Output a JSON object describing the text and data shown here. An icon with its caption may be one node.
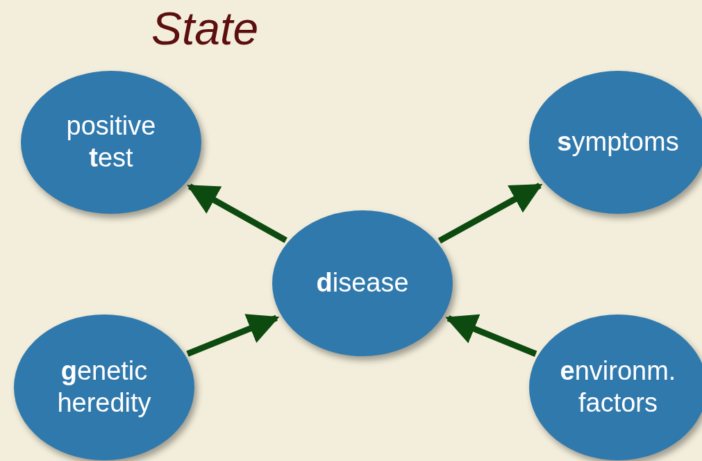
{
  "diagram": {
    "title": "State",
    "nodes": [
      {
        "text": [
          "positive **t**est"
        ]
      },
      {
        "text": [
          "**s**ymptoms"
        ]
      },
      {
        "text": [
          "**d**isease"
        ]
      },
      {
        "text": [
          "**g**enetic heredity"
        ]
      },
      {
        "text": [
          "**e**nvironm. factors"
        ]
      }
    ],
    "edges": [
      {
        "from": 2,
        "to": 0,
        "arrow": "to"
      },
      {
        "from": 2,
        "to": 1,
        "arrow": "to"
      },
      {
        "from": 3,
        "to": 2,
        "arrow": "to"
      },
      {
        "from": 4,
        "to": 2,
        "arrow": "to"
      }
    ]
  }
}
